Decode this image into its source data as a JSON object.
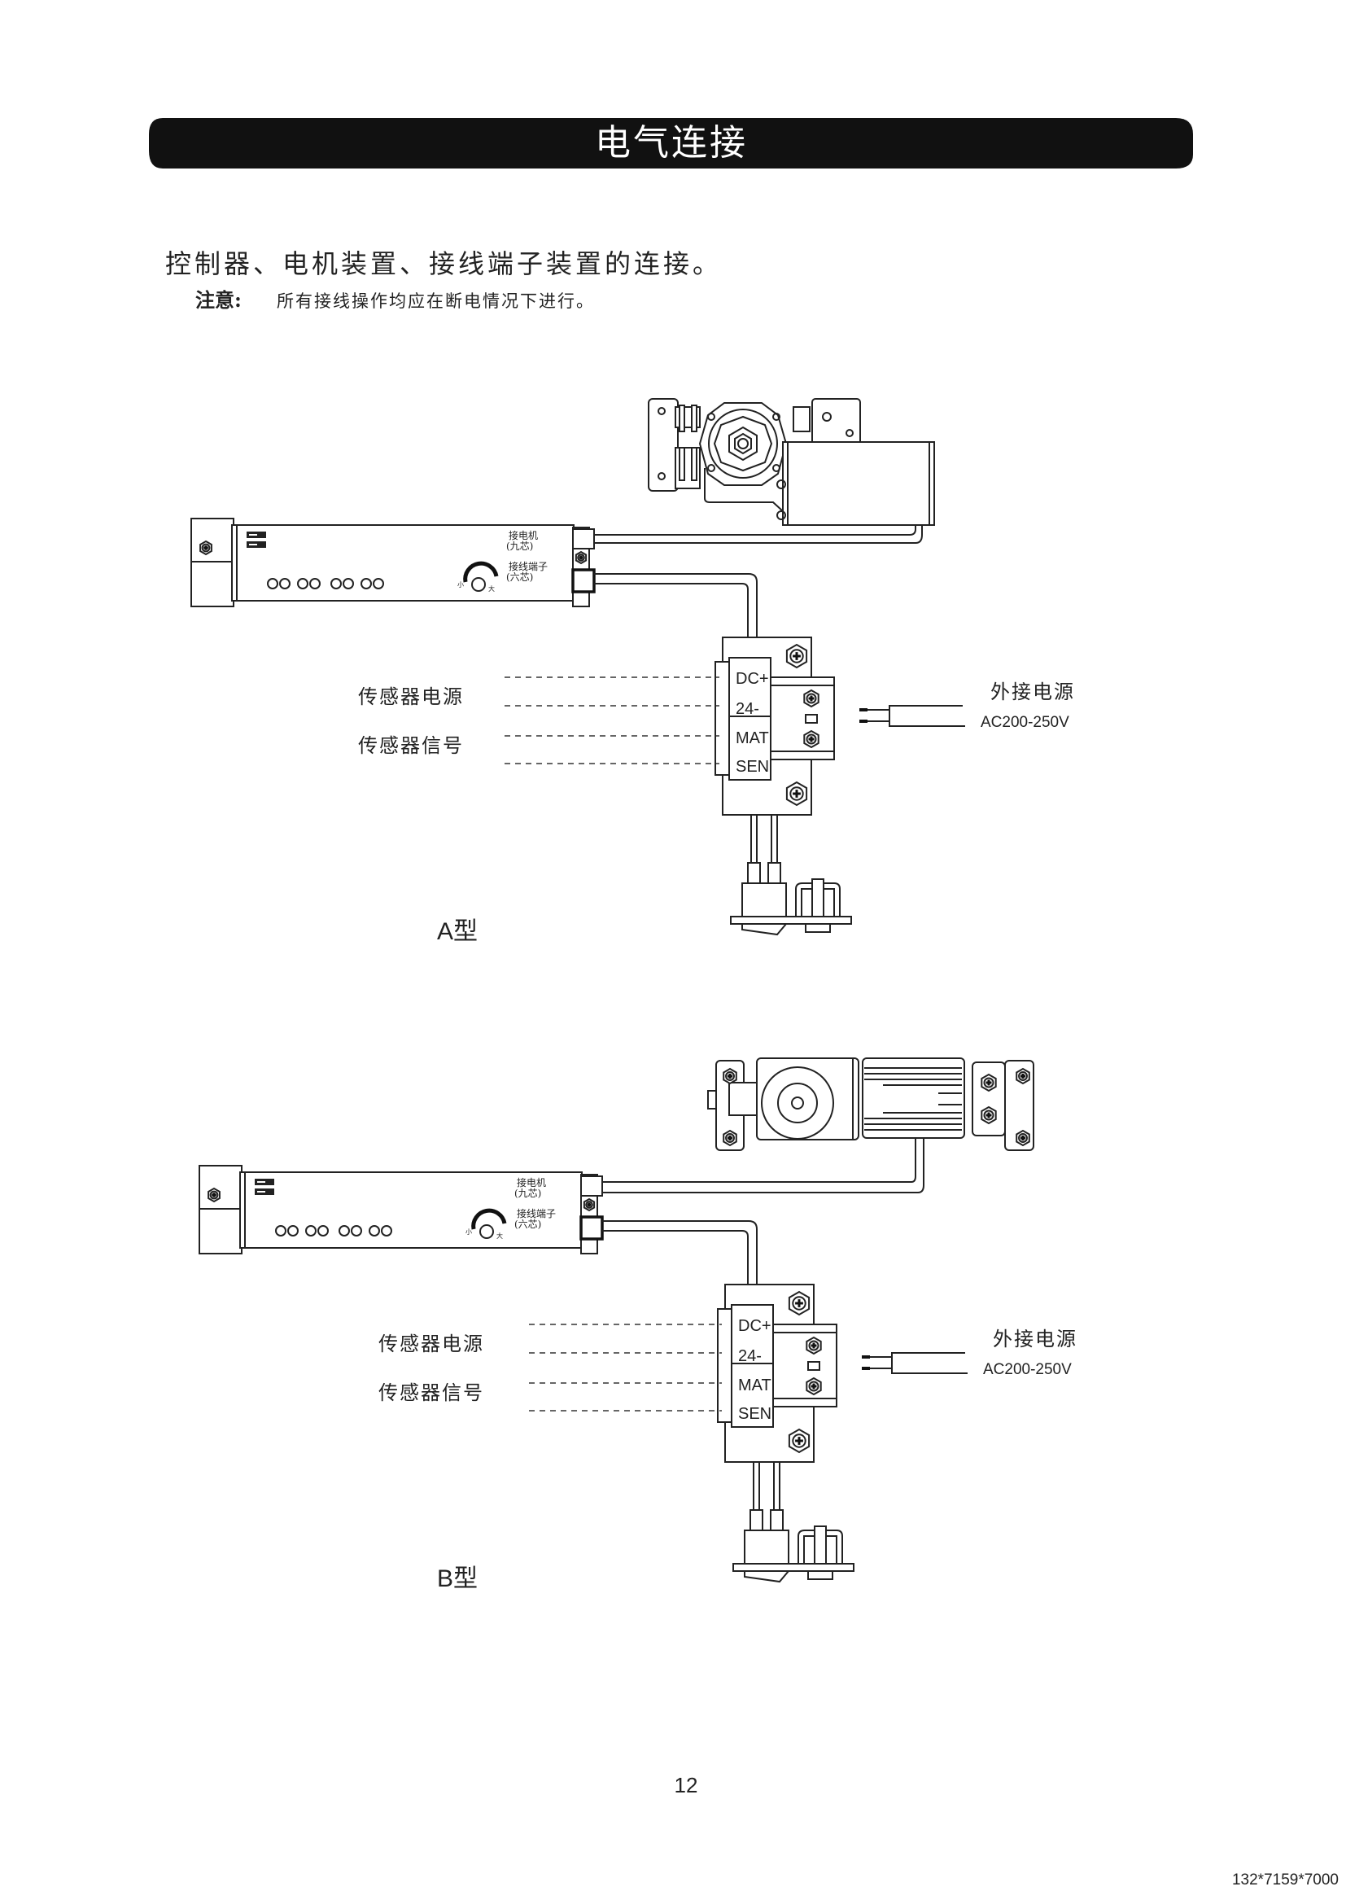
{
  "header": {
    "title": "电气连接"
  },
  "intro": {
    "heading": "控制器、电机装置、接线端子装置的连接。",
    "note_label": "注意:",
    "note_text": "所有接线操作均应在断电情况下进行。"
  },
  "diagrams": [
    {
      "label": "A型",
      "controller": {
        "motor_port": "接电机",
        "motor_port_sub": "(九芯)",
        "terminal_port": "接线端子",
        "terminal_port_sub": "(六芯)",
        "knob_min": "小",
        "knob_max": "大"
      },
      "terminal": {
        "pins": [
          "DC+",
          "24-",
          "MAT",
          "SEN"
        ]
      },
      "sensor_power": "传感器电源",
      "sensor_signal": "传感器信号",
      "ext_power": "外接电源",
      "voltage": "AC200-250V"
    },
    {
      "label": "B型",
      "controller": {
        "motor_port": "接电机",
        "motor_port_sub": "(九芯)",
        "terminal_port": "接线端子",
        "terminal_port_sub": "(六芯)",
        "knob_min": "小",
        "knob_max": "大"
      },
      "terminal": {
        "pins": [
          "DC+",
          "24-",
          "MAT",
          "SEN"
        ]
      },
      "sensor_power": "传感器电源",
      "sensor_signal": "传感器信号",
      "ext_power": "外接电源",
      "voltage": "AC200-250V"
    }
  ],
  "page_number": "12",
  "footer_code": "132*7159*7000"
}
